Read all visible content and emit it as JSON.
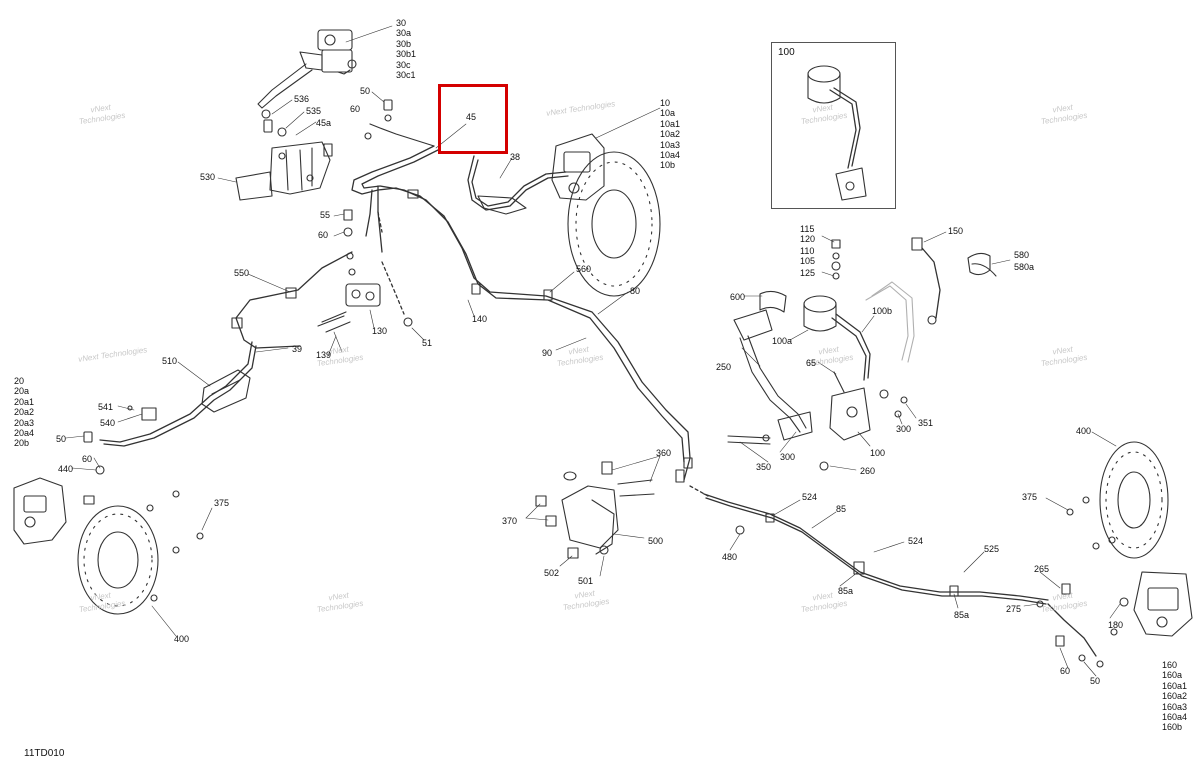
{
  "diagram": {
    "reference_code": "11TD010",
    "highlight_color": "#d40000",
    "highlight_part": "45",
    "watermark": {
      "line1": "vNext",
      "line2": "Technologies",
      "inline": "vNext Technologies"
    },
    "inset": {
      "label": "100"
    },
    "callouts": [
      "50",
      "60",
      "536",
      "535",
      "45a",
      "530",
      "55",
      "60b",
      "550",
      "130",
      "139",
      "51",
      "39",
      "510",
      "541",
      "540",
      "50b",
      "60c",
      "440",
      "375",
      "400",
      "140",
      "560",
      "80",
      "90",
      "45",
      "38",
      "600",
      "250",
      "65",
      "100a",
      "100b",
      "100",
      "300",
      "351",
      "350",
      "300b",
      "260",
      "360",
      "370",
      "500",
      "502",
      "501",
      "480",
      "524",
      "85",
      "524b",
      "525",
      "85a",
      "85b",
      "265",
      "275",
      "180",
      "60d",
      "50c",
      "375b",
      "400b",
      "115",
      "120",
      "110",
      "105",
      "125",
      "150",
      "580",
      "580a"
    ],
    "callout_text": {
      "50": "50",
      "60": "60",
      "536": "536",
      "535": "535",
      "45a": "45a",
      "530": "530",
      "55": "55",
      "60b": "60",
      "550": "550",
      "130": "130",
      "139": "139",
      "51": "51",
      "39": "39",
      "510": "510",
      "541": "541",
      "540": "540",
      "50b": "50",
      "60c": "60",
      "440": "440",
      "375": "375",
      "400": "400",
      "140": "140",
      "560": "560",
      "80": "80",
      "90": "90",
      "45": "45",
      "38": "38",
      "600": "600",
      "250": "250",
      "65": "65",
      "100a": "100a",
      "100b": "100b",
      "100": "100",
      "300": "300",
      "351": "351",
      "350": "350",
      "300b": "300",
      "260": "260",
      "360": "360",
      "370": "370",
      "500": "500",
      "502": "502",
      "501": "501",
      "480": "480",
      "524": "524",
      "85": "85",
      "524b": "524",
      "525": "525",
      "85a": "85a",
      "85b": "85a",
      "265": "265",
      "275": "275",
      "180": "180",
      "60d": "60",
      "50c": "50",
      "375b": "375",
      "400b": "400",
      "115": "115",
      "120": "120",
      "110": "110",
      "105": "105",
      "125": "125",
      "150": "150",
      "580": "580",
      "580a": "580a"
    },
    "stacks": {
      "master_cylinder": [
        "30",
        "30a",
        "30b",
        "30b1",
        "30c",
        "30c1"
      ],
      "front_right_caliper": [
        "10",
        "10a",
        "10a1",
        "10a2",
        "10a3",
        "10a4",
        "10b"
      ],
      "front_left_caliper": [
        "20",
        "20a",
        "20a1",
        "20a2",
        "20a3",
        "20a4",
        "20b"
      ],
      "rear_caliper": [
        "160",
        "160a",
        "160a1",
        "160a2",
        "160a3",
        "160a4",
        "160b"
      ]
    }
  }
}
